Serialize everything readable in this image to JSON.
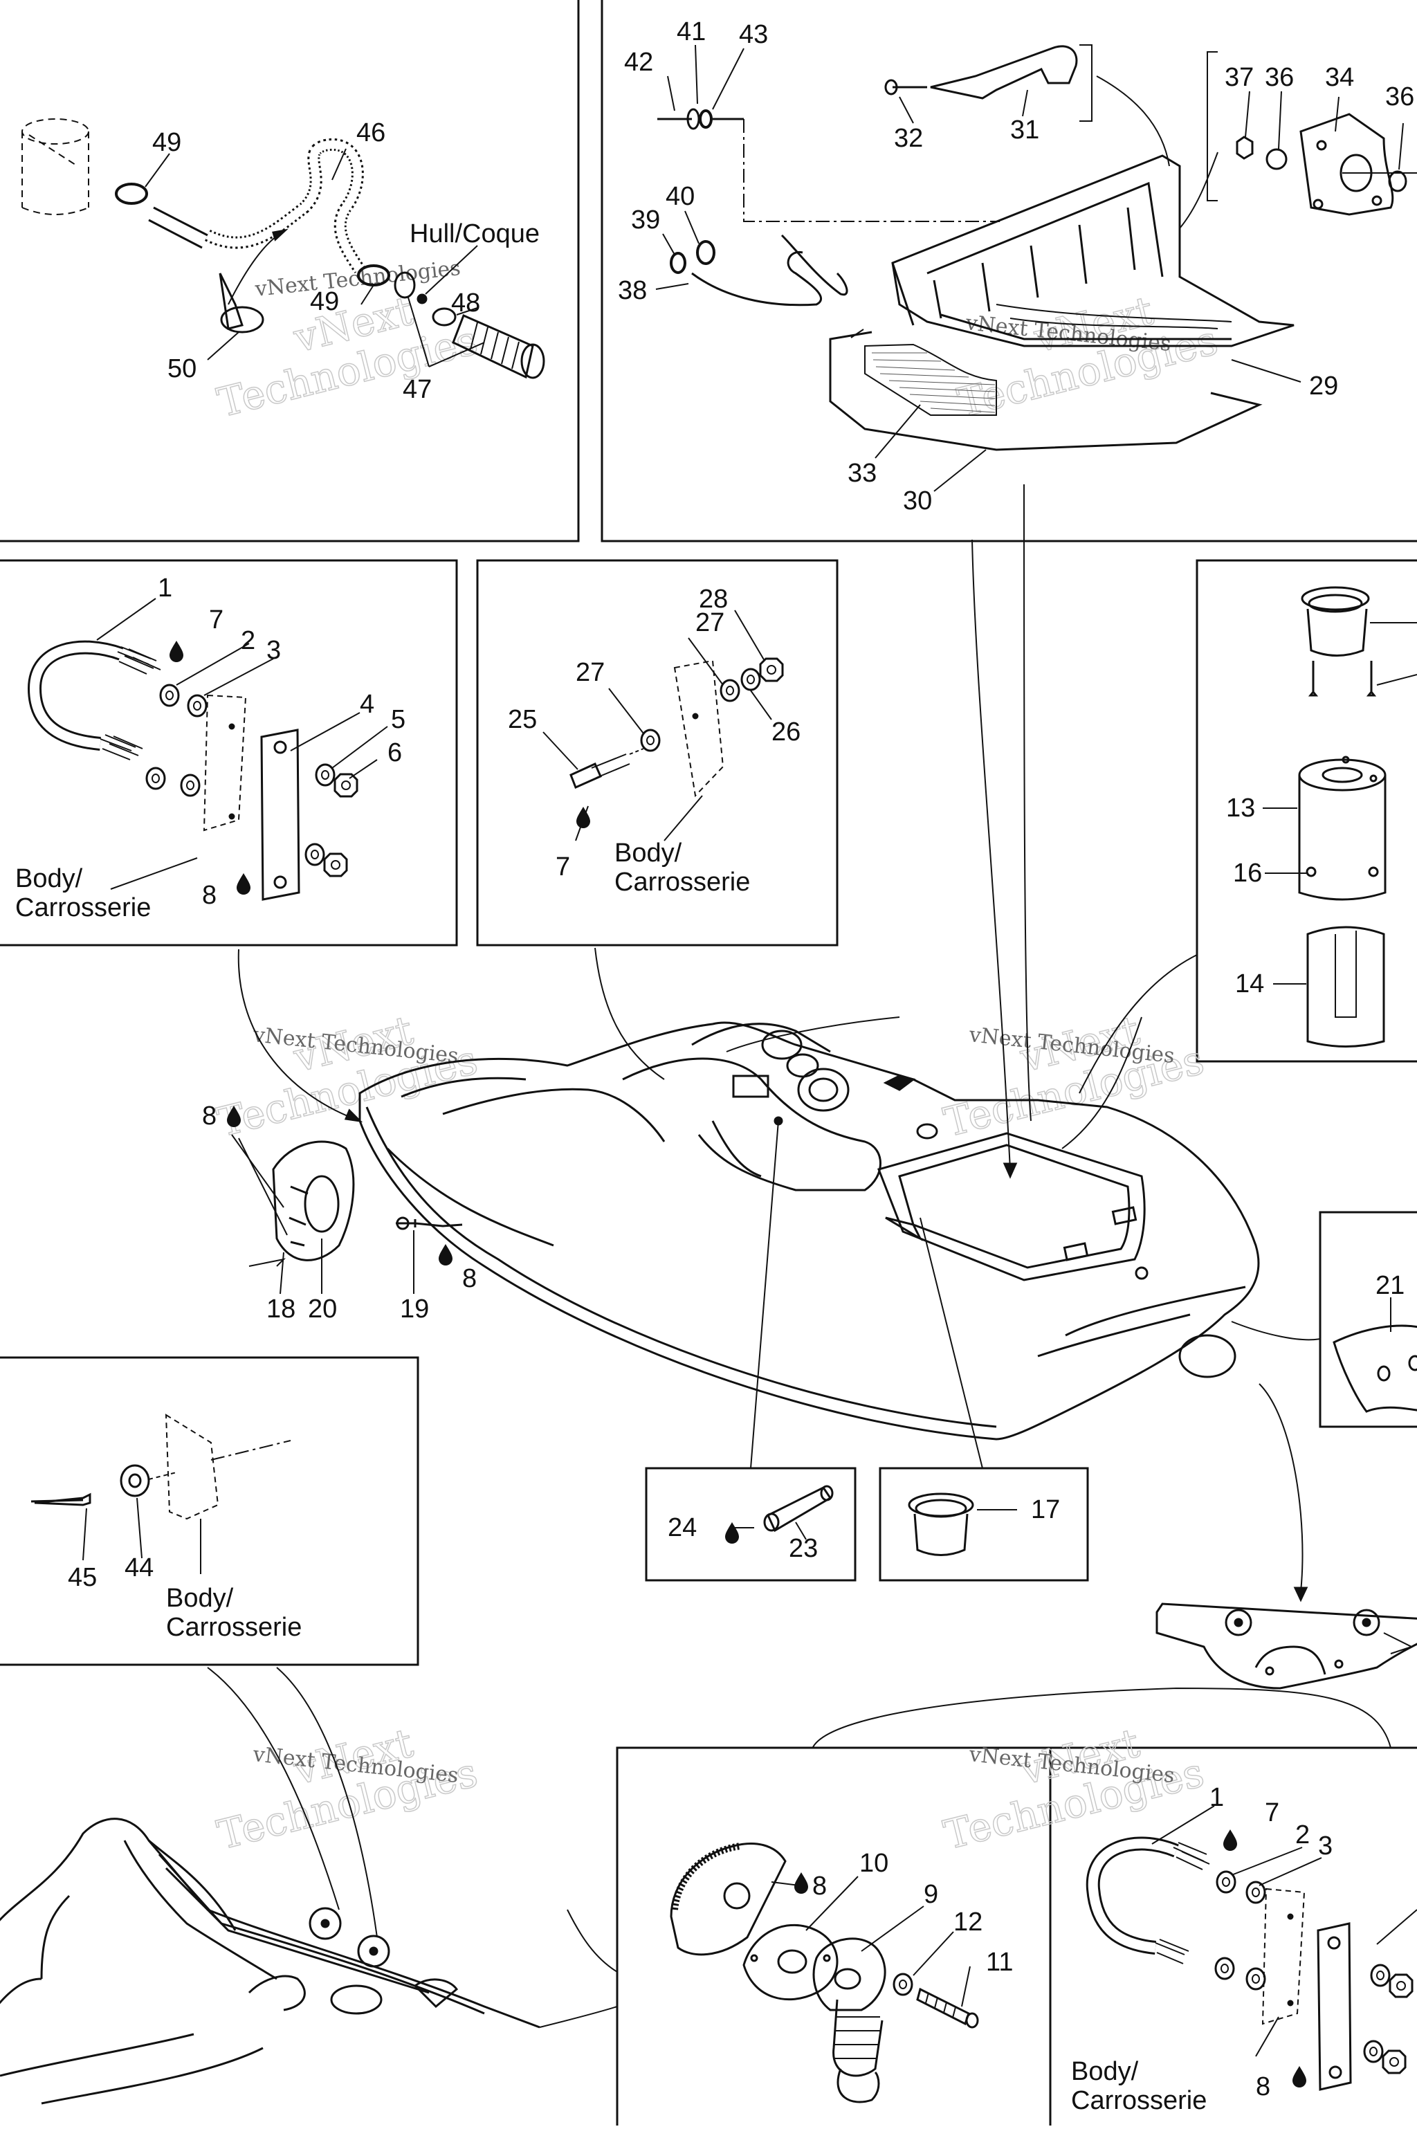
{
  "watermark": {
    "line1": "vNext",
    "line2": "Technologies",
    "small": "vNext Technologies"
  },
  "hull_label": "Hull/Coque",
  "body_label": {
    "line1": "Body/",
    "line2": "Carrosserie"
  },
  "callouts": {
    "p1": "1",
    "p2": "2",
    "p3": "3",
    "p4": "4",
    "p5": "5",
    "p6": "6",
    "p7": "7",
    "p8": "8",
    "p9": "9",
    "p10": "10",
    "p11": "11",
    "p12": "12",
    "p13": "13",
    "p14": "14",
    "p16": "16",
    "p17": "17",
    "p18": "18",
    "p19": "19",
    "p20": "20",
    "p21": "21",
    "p23": "23",
    "p24": "24",
    "p25": "25",
    "p26": "26",
    "p27": "27",
    "p28": "28",
    "p29": "29",
    "p30": "30",
    "p31": "31",
    "p32": "32",
    "p33": "33",
    "p34": "34",
    "p36": "36",
    "p37": "37",
    "p38": "38",
    "p39": "39",
    "p40": "40",
    "p41": "41",
    "p42": "42",
    "p43": "43",
    "p44": "44",
    "p45": "45",
    "p46": "46",
    "p47": "47",
    "p48": "48",
    "p49": "49",
    "p50": "50"
  },
  "icons": [
    "sealant-drop-icon"
  ],
  "colors": {
    "line": "#111111",
    "watermark": "#c9c9c9",
    "background": "#ffffff"
  }
}
